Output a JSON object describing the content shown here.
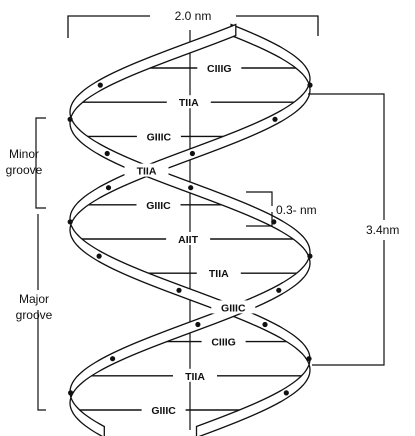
{
  "diagram": {
    "width_label": "2.0 nm",
    "pitch_label": "3.4nm",
    "rise_label": "0.3- nm",
    "minor_groove_label": [
      "Minor",
      "groove"
    ],
    "major_groove_label": [
      "Major",
      "groove"
    ],
    "base_pairs": [
      {
        "left": "C",
        "bond": "III",
        "right": "G"
      },
      {
        "left": "T",
        "bond": "II",
        "right": "A"
      },
      {
        "left": "G",
        "bond": "III",
        "right": "C"
      },
      {
        "left": "T",
        "bond": "II",
        "right": "A"
      },
      {
        "left": "G",
        "bond": "III",
        "right": "C"
      },
      {
        "left": "A",
        "bond": "II",
        "right": "T"
      },
      {
        "left": "T",
        "bond": "II",
        "right": "A"
      },
      {
        "left": "G",
        "bond": "III",
        "right": "C"
      },
      {
        "left": "C",
        "bond": "III",
        "right": "G"
      },
      {
        "left": "T",
        "bond": "II",
        "right": "A"
      },
      {
        "left": "G",
        "bond": "III",
        "right": "C"
      }
    ],
    "colors": {
      "ink": "#111111",
      "background": "#ffffff"
    }
  }
}
